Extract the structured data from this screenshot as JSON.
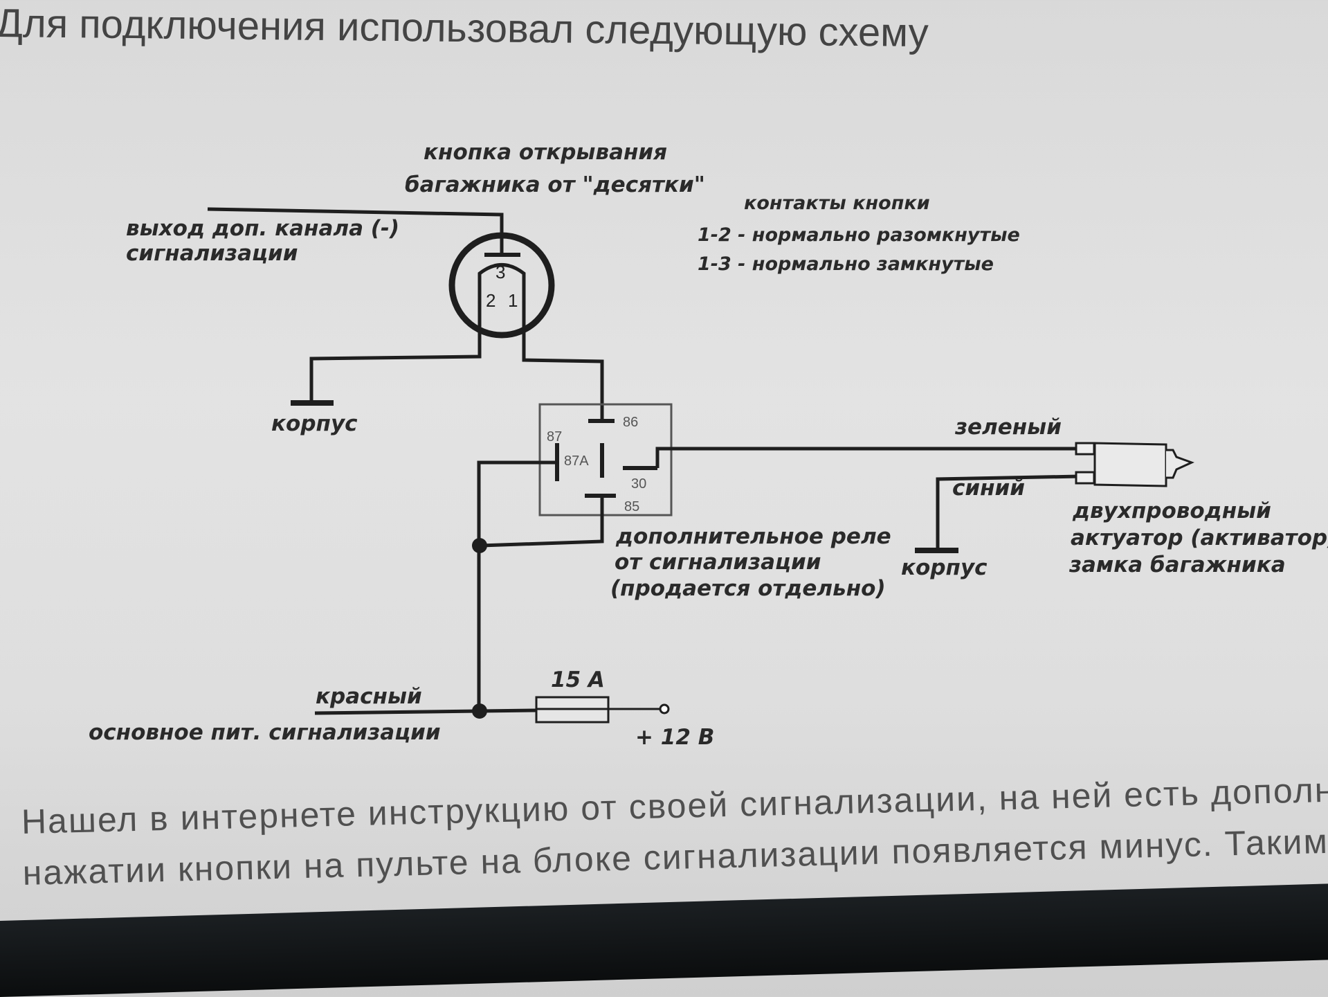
{
  "heading": "Для подключения использовал следующую схему",
  "diagram": {
    "button_title_line1": "кнопка открывания",
    "button_title_line2": "багажника от \"десятки\"",
    "alarm_channel_line1": "выход доп. канала (-)",
    "alarm_channel_line2": "сигнализации",
    "contacts_title": "контакты кнопки",
    "contacts_no": "1-2 - нормально разомкнутые",
    "contacts_nc": "1-3 - нормально замкнутые",
    "pin_3": "3",
    "pin_2": "2",
    "pin_1": "1",
    "ground_left": "корпус",
    "ground_right": "корпус",
    "relay_pin_86": "86",
    "relay_pin_87": "87",
    "relay_pin_87a": "87A",
    "relay_pin_30": "30",
    "relay_pin_85": "85",
    "wire_green": "зеленый",
    "wire_blue": "синий",
    "relay_caption_line1": "дополнительное реле",
    "relay_caption_line2": "от сигнализации",
    "relay_caption_line3": "(продается отдельно)",
    "actuator_line1": "двухпроводный",
    "actuator_line2": "актуатор (активатор)",
    "actuator_line3": "замка багажника",
    "wire_red": "красный",
    "main_power": "основное пит. сигнализации",
    "fuse": "15 A",
    "plus12": "+ 12 В"
  },
  "paragraph": {
    "line1": "Нашел в интернете инструкцию от своей сигнализации, на ней есть дополнитель",
    "line2": "нажатии кнопки на пульте на блоке сигнализации появляется минус. Таким обра"
  }
}
